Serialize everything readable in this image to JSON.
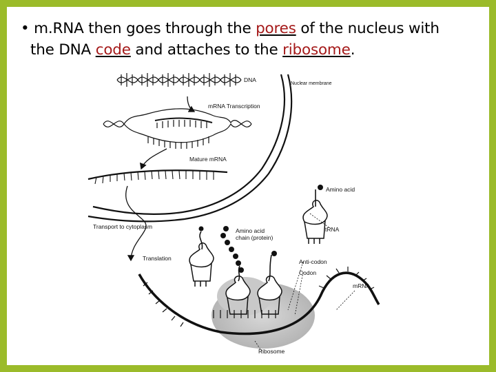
{
  "slide": {
    "bullet_symbol": "•",
    "text_part1": "m.RNA then goes through the ",
    "pores": "pores",
    "text_part2": " of the nucleus with",
    "text_part3": "the DNA ",
    "code": "code",
    "text_part4": " and attaches to the ",
    "ribosome": "ribosome",
    "text_part5": ".",
    "highlight_color": "#a51a1a",
    "frame_color": "#9bbb2a"
  },
  "diagram": {
    "labels": {
      "dna": "DNA",
      "nuclear_membrane": "Nuclear membrane",
      "transcription": "mRNA Transcription",
      "mature_mrna": "Mature mRNA",
      "amino_acid": "Amino acid",
      "trna": "tRNA",
      "transport": "Transport to cytoplasm",
      "chain_line1": "Amino acid",
      "chain_line2": "chain (protein)",
      "translation": "Translation",
      "anticodon": "Anti-codon",
      "codon": "Codon",
      "mrna": "mRNA",
      "ribosome": "Ribosome"
    }
  }
}
